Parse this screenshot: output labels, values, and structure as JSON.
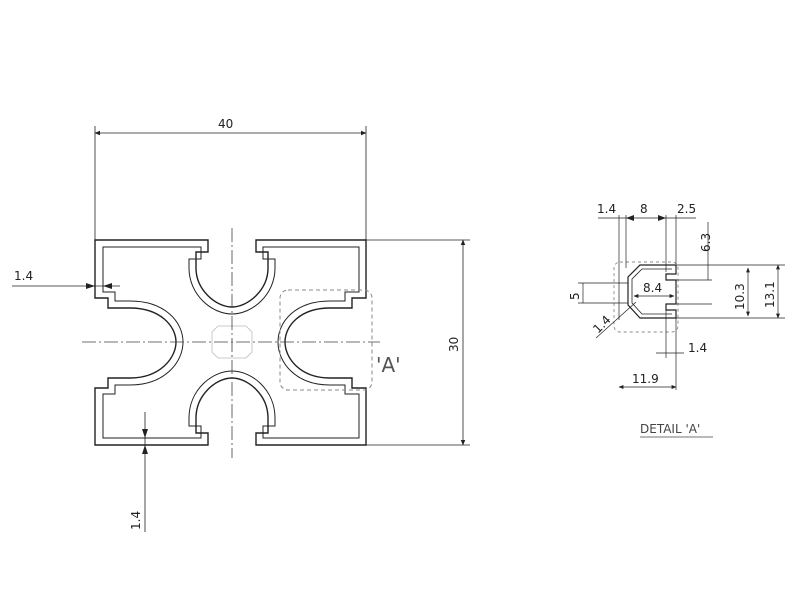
{
  "main_view": {
    "width_dim": "40",
    "height_dim": "30",
    "wall_dim_left": "1.4",
    "wall_dim_bottom": "1.4",
    "detail_marker": "'A'"
  },
  "detail_view": {
    "dims": {
      "d1_4_top": "1.4",
      "d8": "8",
      "d2_5": "2.5",
      "d6_3": "6.3",
      "d5": "5",
      "d8_4": "8.4",
      "d10_3": "10.3",
      "d13_1": "13.1",
      "d1_4_angle": "1.4",
      "d1_4_bottom": "1.4",
      "d11_9": "11.9"
    },
    "caption": "DETAIL 'A'"
  }
}
